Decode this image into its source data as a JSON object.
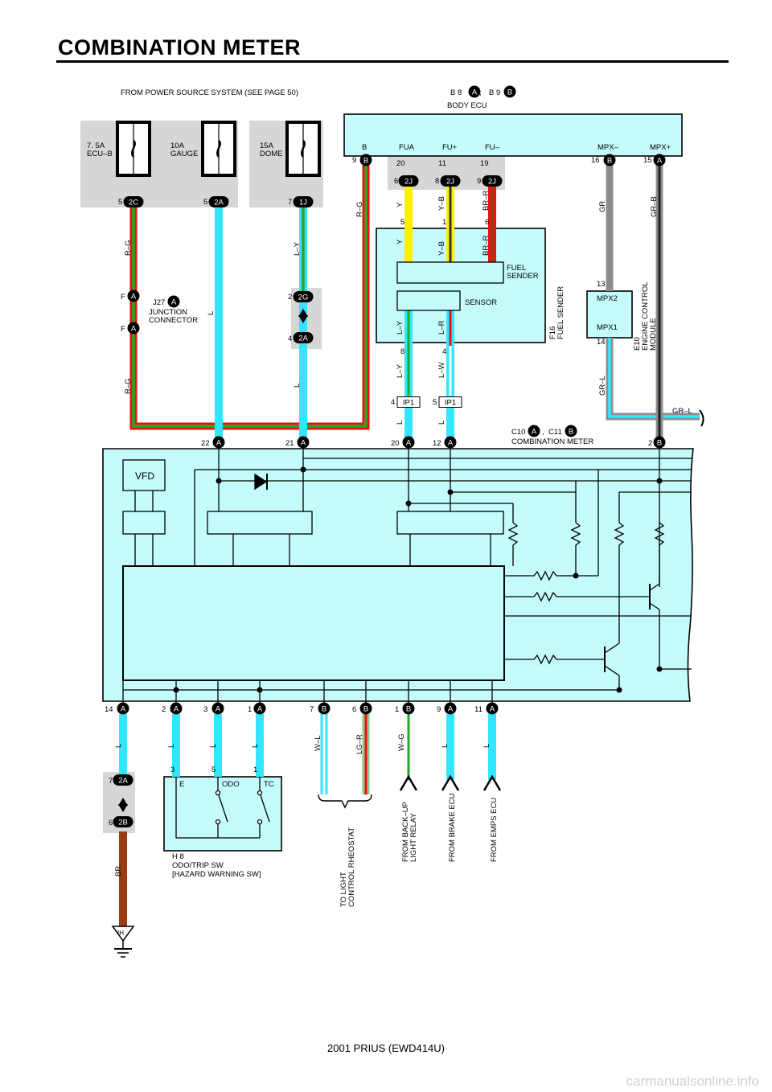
{
  "page": {
    "title": "COMBINATION METER",
    "footer": "2001 PRIUS (EWD414U)",
    "watermark": "carmanualsonline.info"
  },
  "colors": {
    "panel_fill": "#c4fbfb",
    "gray_fill": "#d6d6d6",
    "wire_blue": "#33e6ff",
    "wire_red": "#ee1111",
    "wire_green": "#22aa22",
    "wire_yellow": "#ffee00",
    "wire_brown": "#9b3c14",
    "wire_gray": "#8c8c8c"
  },
  "header": {
    "power_source": "FROM POWER SOURCE SYSTEM (SEE PAGE 50)",
    "ecu_conn_a": "B 8",
    "ecu_conn_sep": ",",
    "ecu_conn_b": "B 9",
    "ecu_name": "BODY ECU"
  },
  "fuses": [
    {
      "rating": "7. 5A",
      "name": "ECU–B"
    },
    {
      "rating": "10A",
      "name": "GAUGE"
    },
    {
      "rating": "15A",
      "name": "DOME"
    }
  ],
  "ecu_pins": [
    "B",
    "FUA",
    "FU+",
    "FU–",
    "MPX–",
    "MPX+"
  ],
  "pins": {
    "p5": "5",
    "p7": "7",
    "p9": "9",
    "p20": "20",
    "p11": "11",
    "p19": "19",
    "p16": "16",
    "p15": "15",
    "p6": "6",
    "p8": "8",
    "p1": "1",
    "p2": "2",
    "p4": "4",
    "p13": "13",
    "p14": "14",
    "p22": "22",
    "p21": "21",
    "p12": "12",
    "p3": "3",
    "pF": "F"
  },
  "connectors": {
    "c2C": "2C",
    "c2A": "2A",
    "c1J": "1J",
    "c2J": "2J",
    "c2G": "2G",
    "cIP1": "IP1",
    "c2B": "2B",
    "cA": "A",
    "cB": "B"
  },
  "wires": {
    "RG": "R–G",
    "L": "L",
    "LY": "L–Y",
    "Y": "Y",
    "YB": "Y–B",
    "BRR": "BR–R",
    "LR": "L–R",
    "LW": "L–W",
    "GR": "GR",
    "GRB": "GR–B",
    "GRL": "GR–L",
    "WL": "W–L",
    "LGR": "LG–R",
    "WG": "W–G",
    "BR": "BR"
  },
  "components": {
    "junction_code": "J27",
    "junction_name_1": "JUNCTION",
    "junction_name_2": "CONNECTOR",
    "fuel_sender": "FUEL SENDER",
    "fuel_sender_1": "FUEL",
    "fuel_sender_2": "SENDER",
    "sensor": "SENSOR",
    "f16_code": "F16",
    "f16_name": "FUEL SENDER",
    "mpx2": "MPX2",
    "mpx1": "MPX1",
    "e10_code": "E10",
    "e10_name_1": "ENGINE CONTROL",
    "e10_name_2": "MODULE",
    "meter_conn_a": "C10",
    "meter_conn_b": "C11",
    "meter_conn_sep": ",",
    "meter_name": "COMBINATION METER",
    "vfd": "VFD",
    "switch_e": "E",
    "switch_odo": "ODO",
    "switch_tc": "TC",
    "h8_code": "H 8",
    "h8_name_1": "ODO/TRIP SW",
    "h8_name_2": "[HAZARD WARNING SW]",
    "ground": "IH"
  },
  "destinations": {
    "rheostat_1": "TO LIGHT",
    "rheostat_2": "CONTROL RHEOSTAT",
    "backup_1": "FROM BACK–UP",
    "backup_2": "LIGHT RELAY",
    "brake": "FROM BRAKE ECU",
    "emps": "FROM EMPS ECU"
  }
}
